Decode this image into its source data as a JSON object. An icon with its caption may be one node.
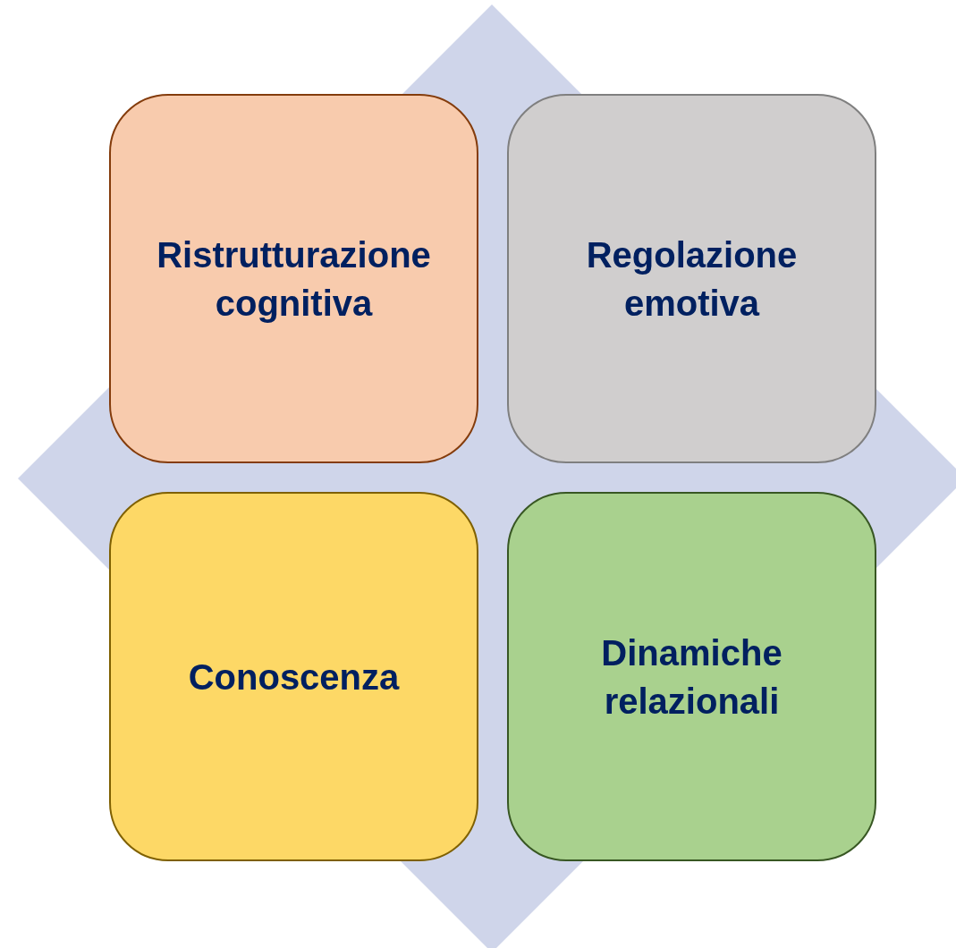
{
  "diagram": {
    "nodes": [
      {
        "text": [
          "Ristrutturazione cognitiva"
        ]
      },
      {
        "text": [
          "Regolazione emotiva"
        ]
      },
      {
        "text": [
          "Conoscenza"
        ]
      },
      {
        "text": [
          "Dinamiche relazionali"
        ]
      }
    ]
  }
}
